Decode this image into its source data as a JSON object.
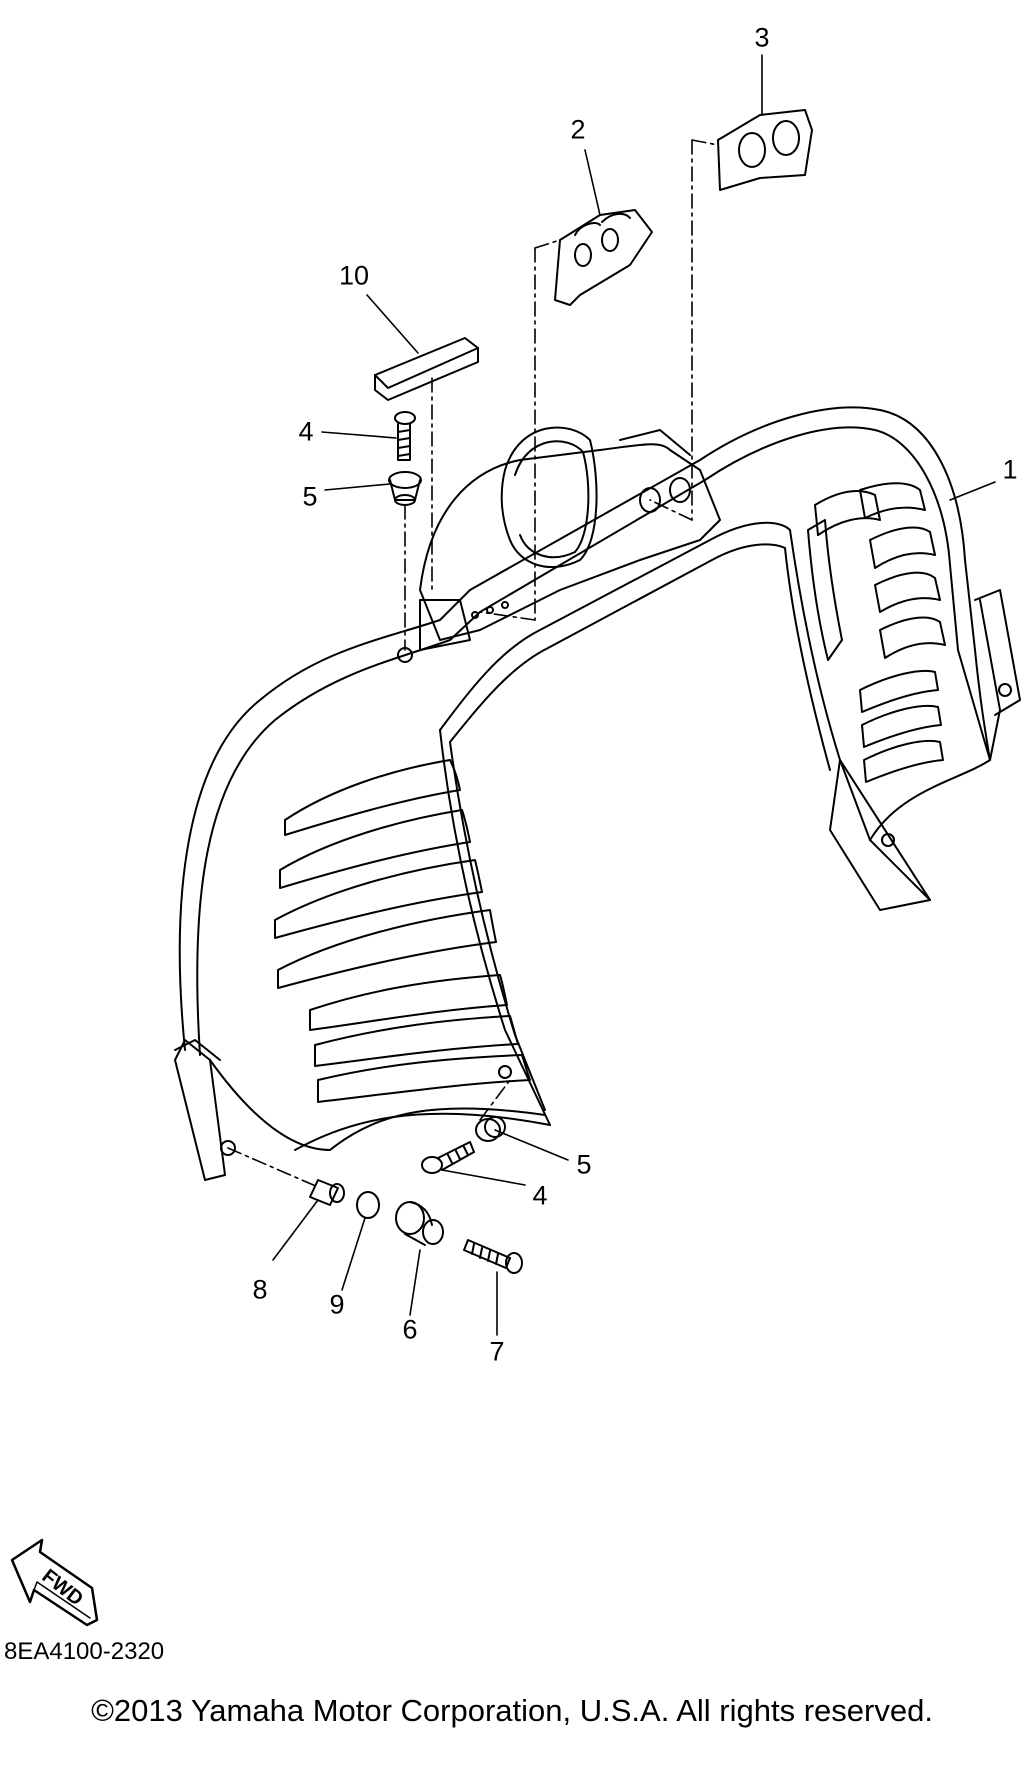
{
  "callouts": {
    "c1": "1",
    "c2": "2",
    "c3": "3",
    "c4_top": "4",
    "c5_top": "5",
    "c10": "10",
    "c5_bottom": "5",
    "c4_bottom": "4",
    "c8": "8",
    "c9": "9",
    "c6": "6",
    "c7": "7"
  },
  "fwd_label": "FWD",
  "part_code": "8EA4100-2320",
  "copyright": "©2013 Yamaha Motor Corporation, U.S.A. All rights reserved."
}
